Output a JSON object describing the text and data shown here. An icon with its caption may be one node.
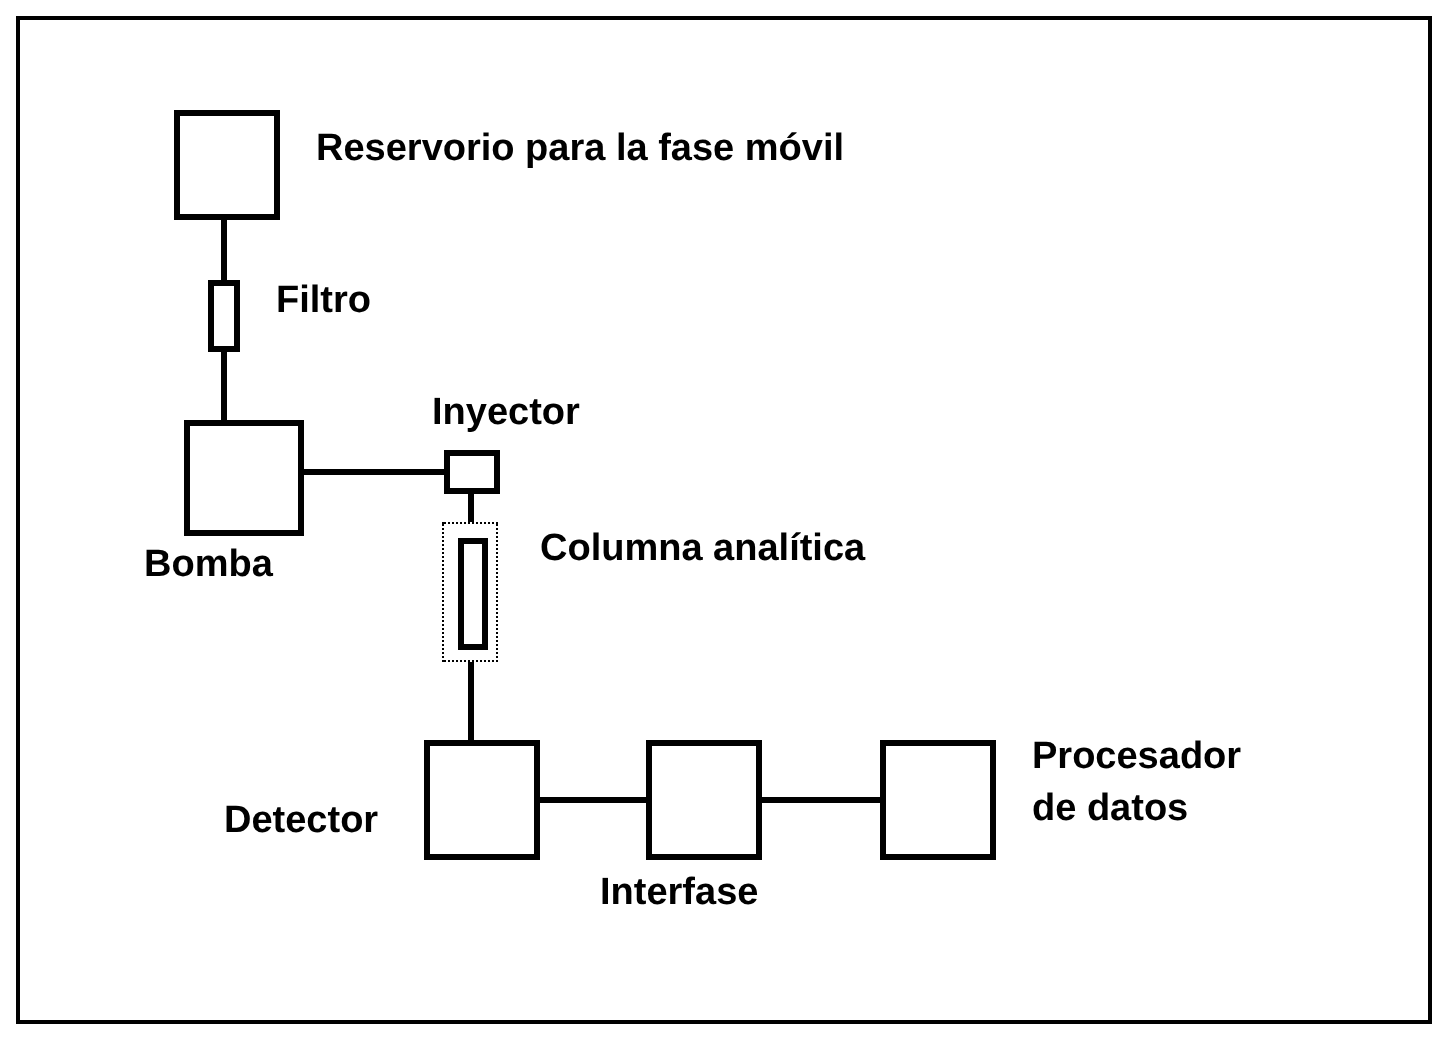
{
  "diagram": {
    "nodes": [
      {
        "text": [
          "Reservorio para la fase móvil"
        ]
      },
      {
        "text": [
          "Filtro"
        ]
      },
      {
        "text": [
          "Bomba"
        ]
      },
      {
        "text": [
          "Inyector"
        ]
      },
      {
        "text": [
          "Columna analítica"
        ]
      },
      {
        "text": [],
        "shape": "box",
        "in": 4
      },
      {
        "text": [
          "Detector"
        ]
      },
      {
        "text": [
          "Interfase"
        ]
      },
      {
        "text": [
          "Procesador de datos"
        ]
      }
    ],
    "edges": [
      {
        "from": 0,
        "to": 1,
        "arrow": "none"
      },
      {
        "from": 1,
        "to": 2,
        "arrow": "none"
      },
      {
        "from": 2,
        "to": 3,
        "arrow": "none"
      },
      {
        "from": 3,
        "to": 5,
        "arrow": "none"
      },
      {
        "from": 5,
        "to": 6,
        "arrow": "none"
      },
      {
        "from": 6,
        "to": 7,
        "arrow": "none"
      },
      {
        "from": 7,
        "to": 8,
        "arrow": "none"
      }
    ]
  }
}
